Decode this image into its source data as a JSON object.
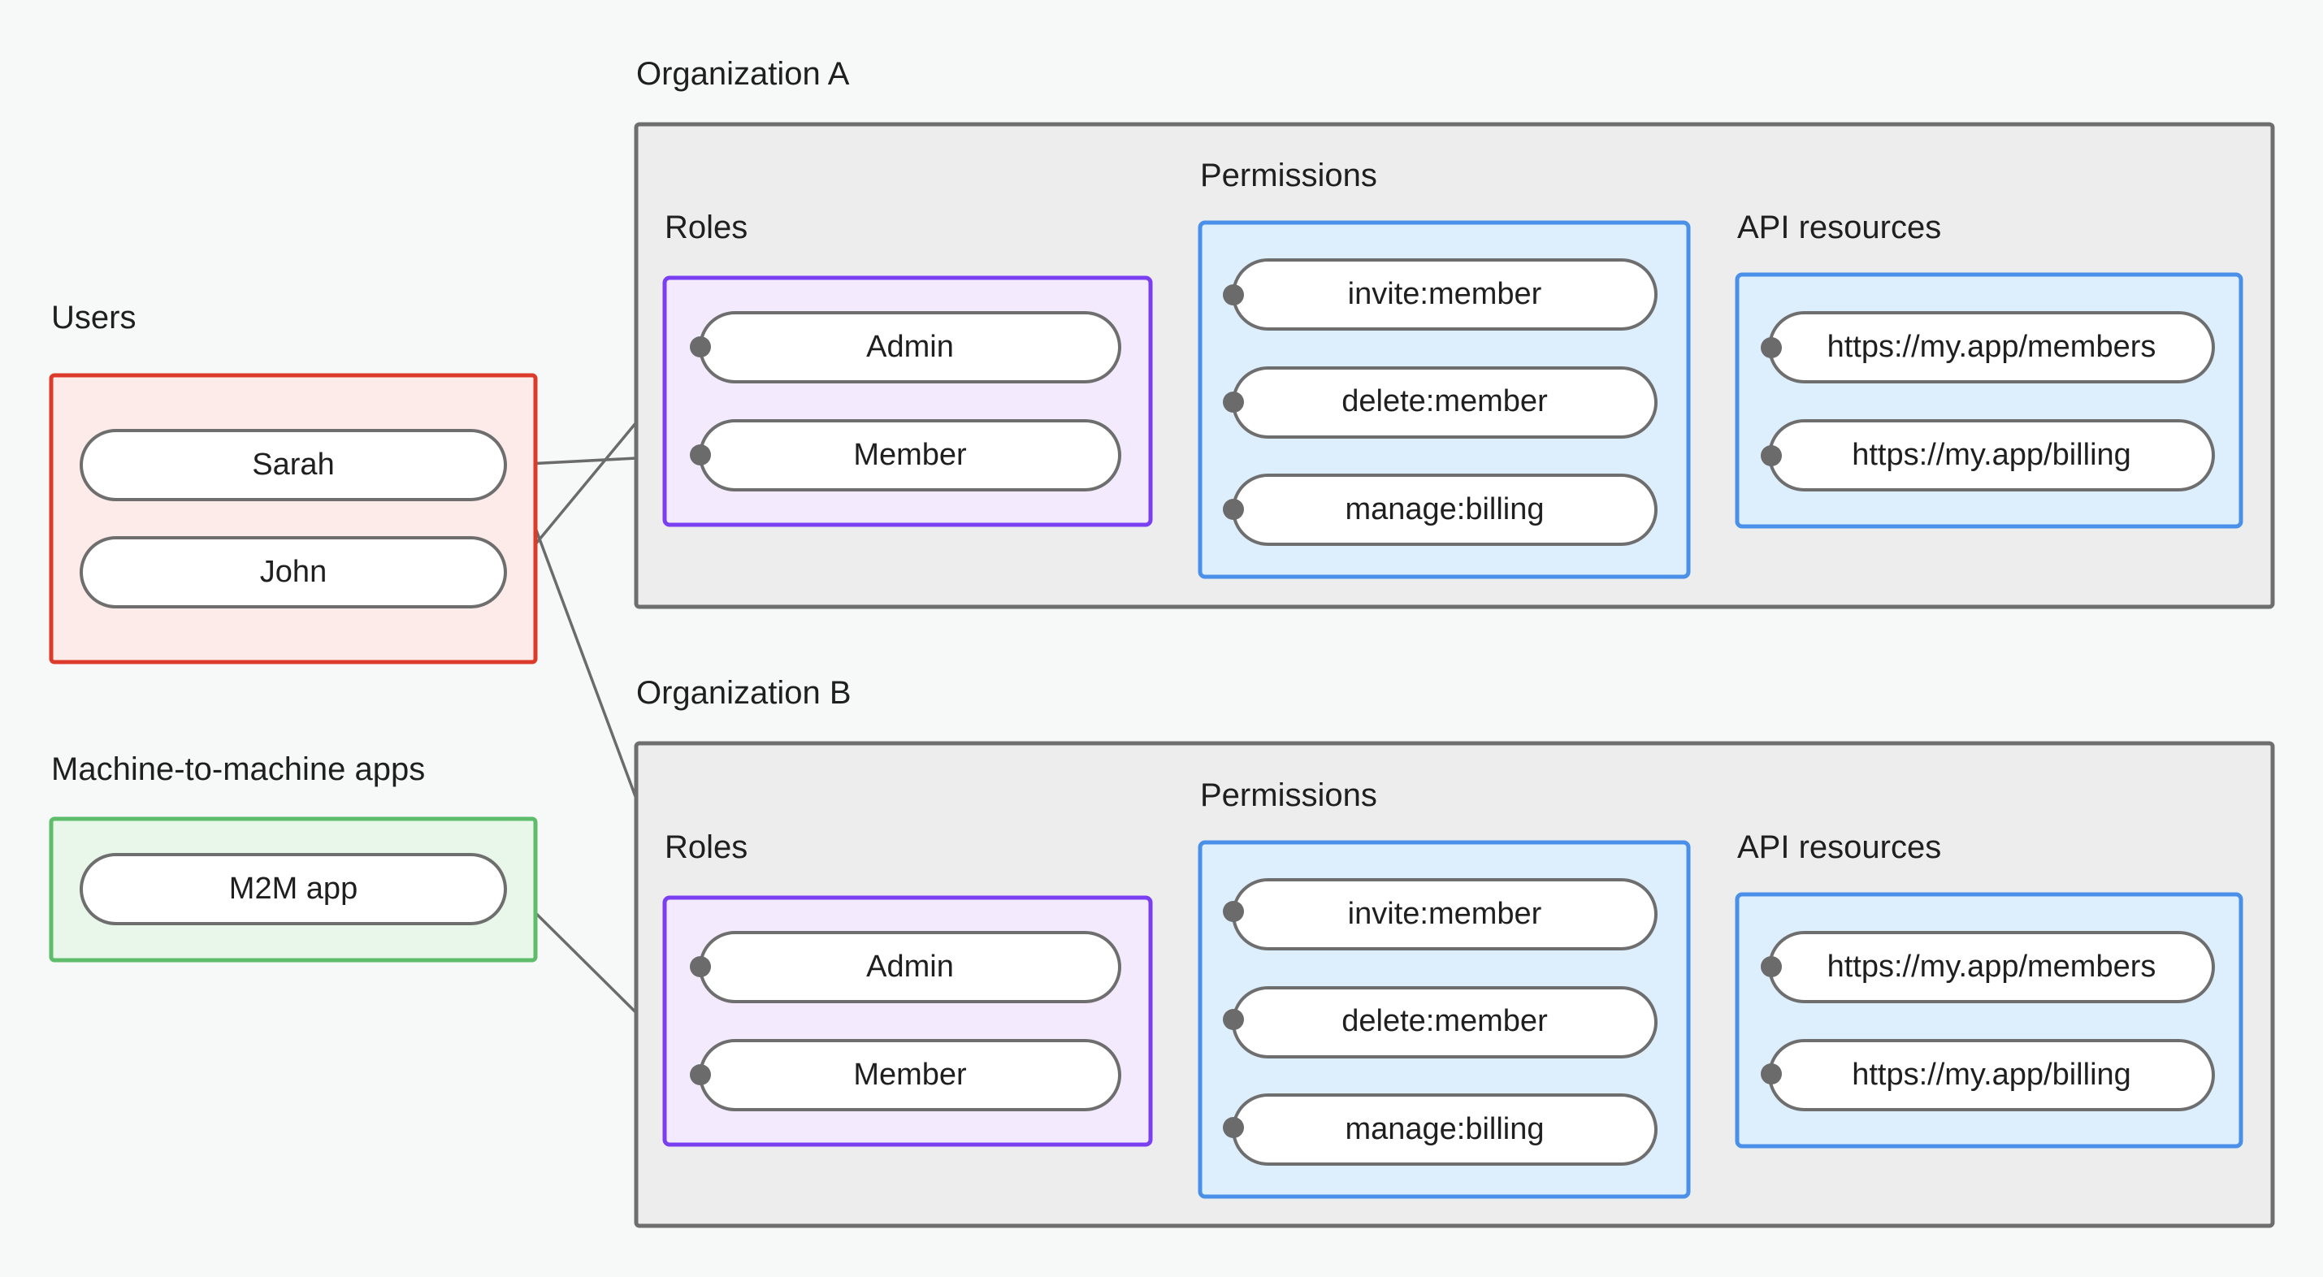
{
  "diagram": {
    "type": "authorization-model-diagram",
    "background_color": "#f7f8f8",
    "groups": {
      "users": {
        "label": "Users",
        "border_color": "#dc3b2c",
        "fill_color": "#fdebe9",
        "items": [
          "Sarah",
          "John"
        ]
      },
      "m2m": {
        "label": "Machine-to-machine apps",
        "border_color": "#5ebd6b",
        "fill_color": "#e9f6ea",
        "items": [
          "M2M app"
        ]
      },
      "org_a": {
        "label": "Organization A",
        "border_color": "#6e6e6e",
        "fill_color": "#ededed",
        "roles": {
          "label": "Roles",
          "border_color": "#7b3ff2",
          "fill_color": "#f3eafd",
          "items": [
            "Admin",
            "Member"
          ]
        },
        "permissions": {
          "label": "Permissions",
          "border_color": "#4a90e8",
          "fill_color": "#ddeefc",
          "items": [
            "invite:member",
            "delete:member",
            "manage:billing"
          ]
        },
        "api_resources": {
          "label": "API resources",
          "border_color": "#4a90e8",
          "fill_color": "#ddeefc",
          "items": [
            "https://my.app/members",
            "https://my.app/billing"
          ]
        }
      },
      "org_b": {
        "label": "Organization B",
        "border_color": "#6e6e6e",
        "fill_color": "#ededed",
        "roles": {
          "label": "Roles",
          "border_color": "#7b3ff2",
          "fill_color": "#f3eafd",
          "items": [
            "Admin",
            "Member"
          ]
        },
        "permissions": {
          "label": "Permissions",
          "border_color": "#4a90e8",
          "fill_color": "#ddeefc",
          "items": [
            "invite:member",
            "delete:member",
            "manage:billing"
          ]
        },
        "api_resources": {
          "label": "API resources",
          "border_color": "#4a90e8",
          "fill_color": "#ddeefc",
          "items": [
            "https://my.app/members",
            "https://my.app/billing"
          ]
        }
      }
    },
    "connections": [
      {
        "from": "Sarah",
        "to": "Organization A / Member"
      },
      {
        "from": "Sarah",
        "to": "Organization B / Admin"
      },
      {
        "from": "John",
        "to": "Organization A / Admin"
      },
      {
        "from": "M2M app",
        "to": "Organization B / Member"
      },
      {
        "from": "Organization A / Admin",
        "to": "Organization A / invite:member"
      },
      {
        "from": "Organization A / Admin",
        "to": "Organization A / delete:member"
      },
      {
        "from": "Organization A / Member",
        "to": "Organization A / manage:billing"
      },
      {
        "from": "Organization A / invite:member",
        "to": "Organization A / https://my.app/members"
      },
      {
        "from": "Organization A / delete:member",
        "to": "Organization A / https://my.app/members"
      },
      {
        "from": "Organization A / manage:billing",
        "to": "Organization A / https://my.app/billing"
      },
      {
        "from": "Organization B / Admin",
        "to": "Organization B / invite:member"
      },
      {
        "from": "Organization B / Admin",
        "to": "Organization B / delete:member"
      },
      {
        "from": "Organization B / Member",
        "to": "Organization B / manage:billing"
      },
      {
        "from": "Organization B / invite:member",
        "to": "Organization B / https://my.app/members"
      },
      {
        "from": "Organization B / delete:member",
        "to": "Organization B / https://my.app/members"
      },
      {
        "from": "Organization B / manage:billing",
        "to": "Organization B / https://my.app/billing"
      }
    ]
  }
}
